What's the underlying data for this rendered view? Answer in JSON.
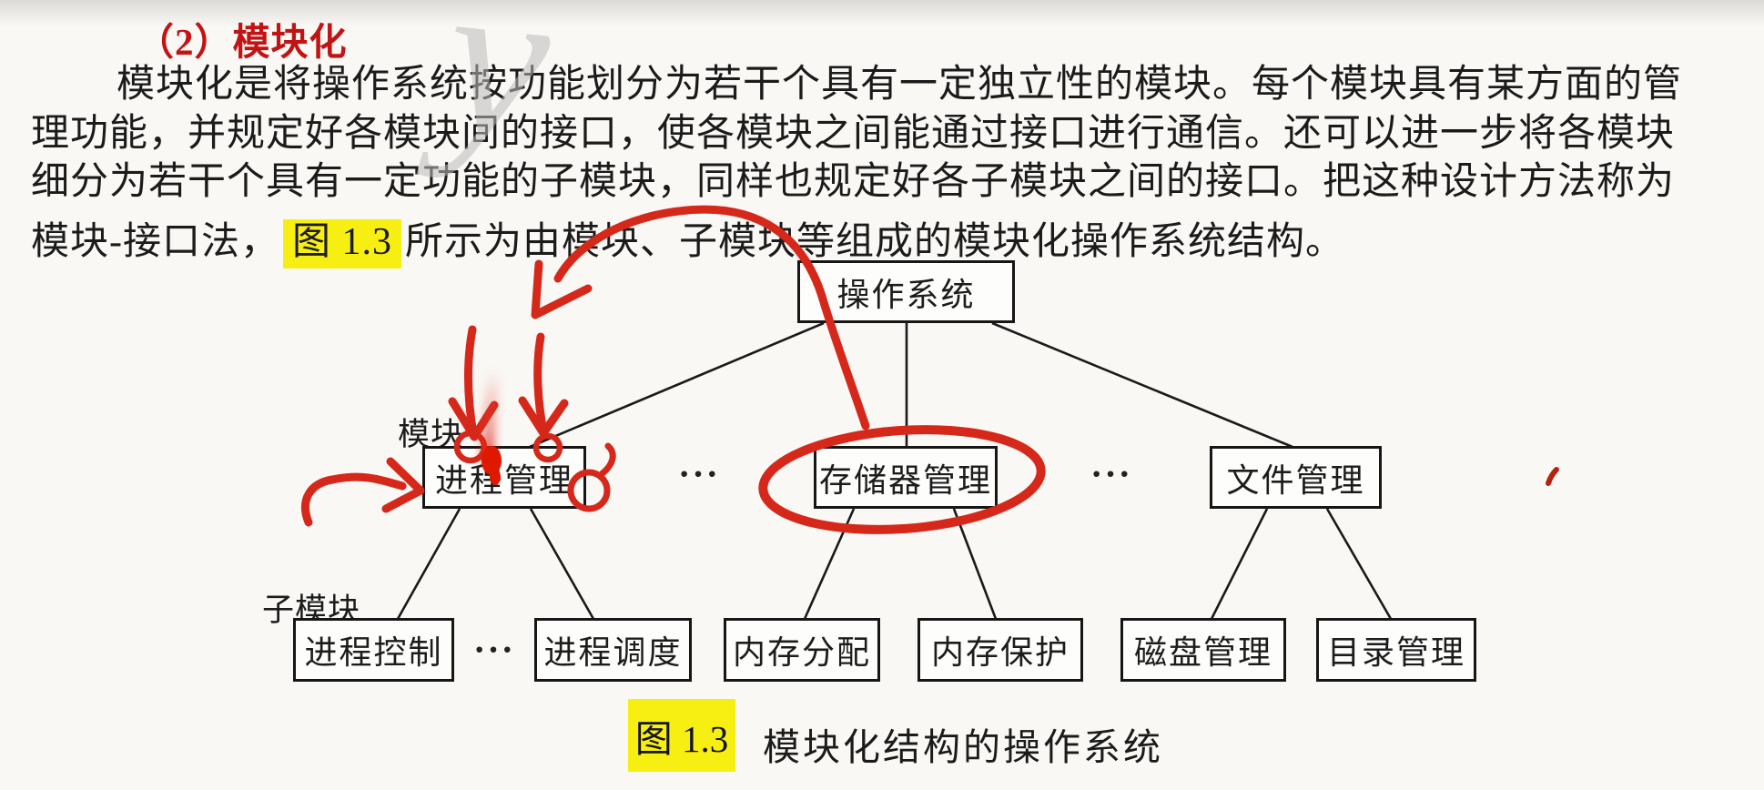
{
  "colors": {
    "annotation_red": "#d6281a",
    "highlight_yellow": "#f8ef12",
    "heading_red": "#c21414",
    "watermark_gray": "#bdbcba"
  },
  "heading": {
    "text": "（2）模块化"
  },
  "paragraph": {
    "line1": "模块化是将操作系统按功能划分为若干个具有一定独立性的模块。每个模块具有某方面的管",
    "line2": "理功能，并规定好各模块间的接口，使各模块之间能通过接口进行通信。还可以进一步将各模块",
    "line3": "细分为若干个具有一定功能的子模块，同样也规定好各子模块之间的接口。把这种设计方法称为",
    "line4_prefix": "模块-接口法，",
    "line4_ref": "图 1.3",
    "line4_suffix": "所示为由模块、子模块等组成的模块化操作系统结构。"
  },
  "watermark": {
    "glyph": "y"
  },
  "diagram": {
    "root": "操作系统",
    "module_label": "模块",
    "submodule_label": "子模块",
    "modules": [
      "进程管理",
      "存储器管理",
      "文件管理"
    ],
    "submodules": [
      "进程控制",
      "进程调度",
      "内存分配",
      "内存保护",
      "磁盘管理",
      "目录管理"
    ],
    "ellipsis": "···"
  },
  "caption": {
    "ref": "图 1.3",
    "text": "模块化结构的操作系统"
  }
}
